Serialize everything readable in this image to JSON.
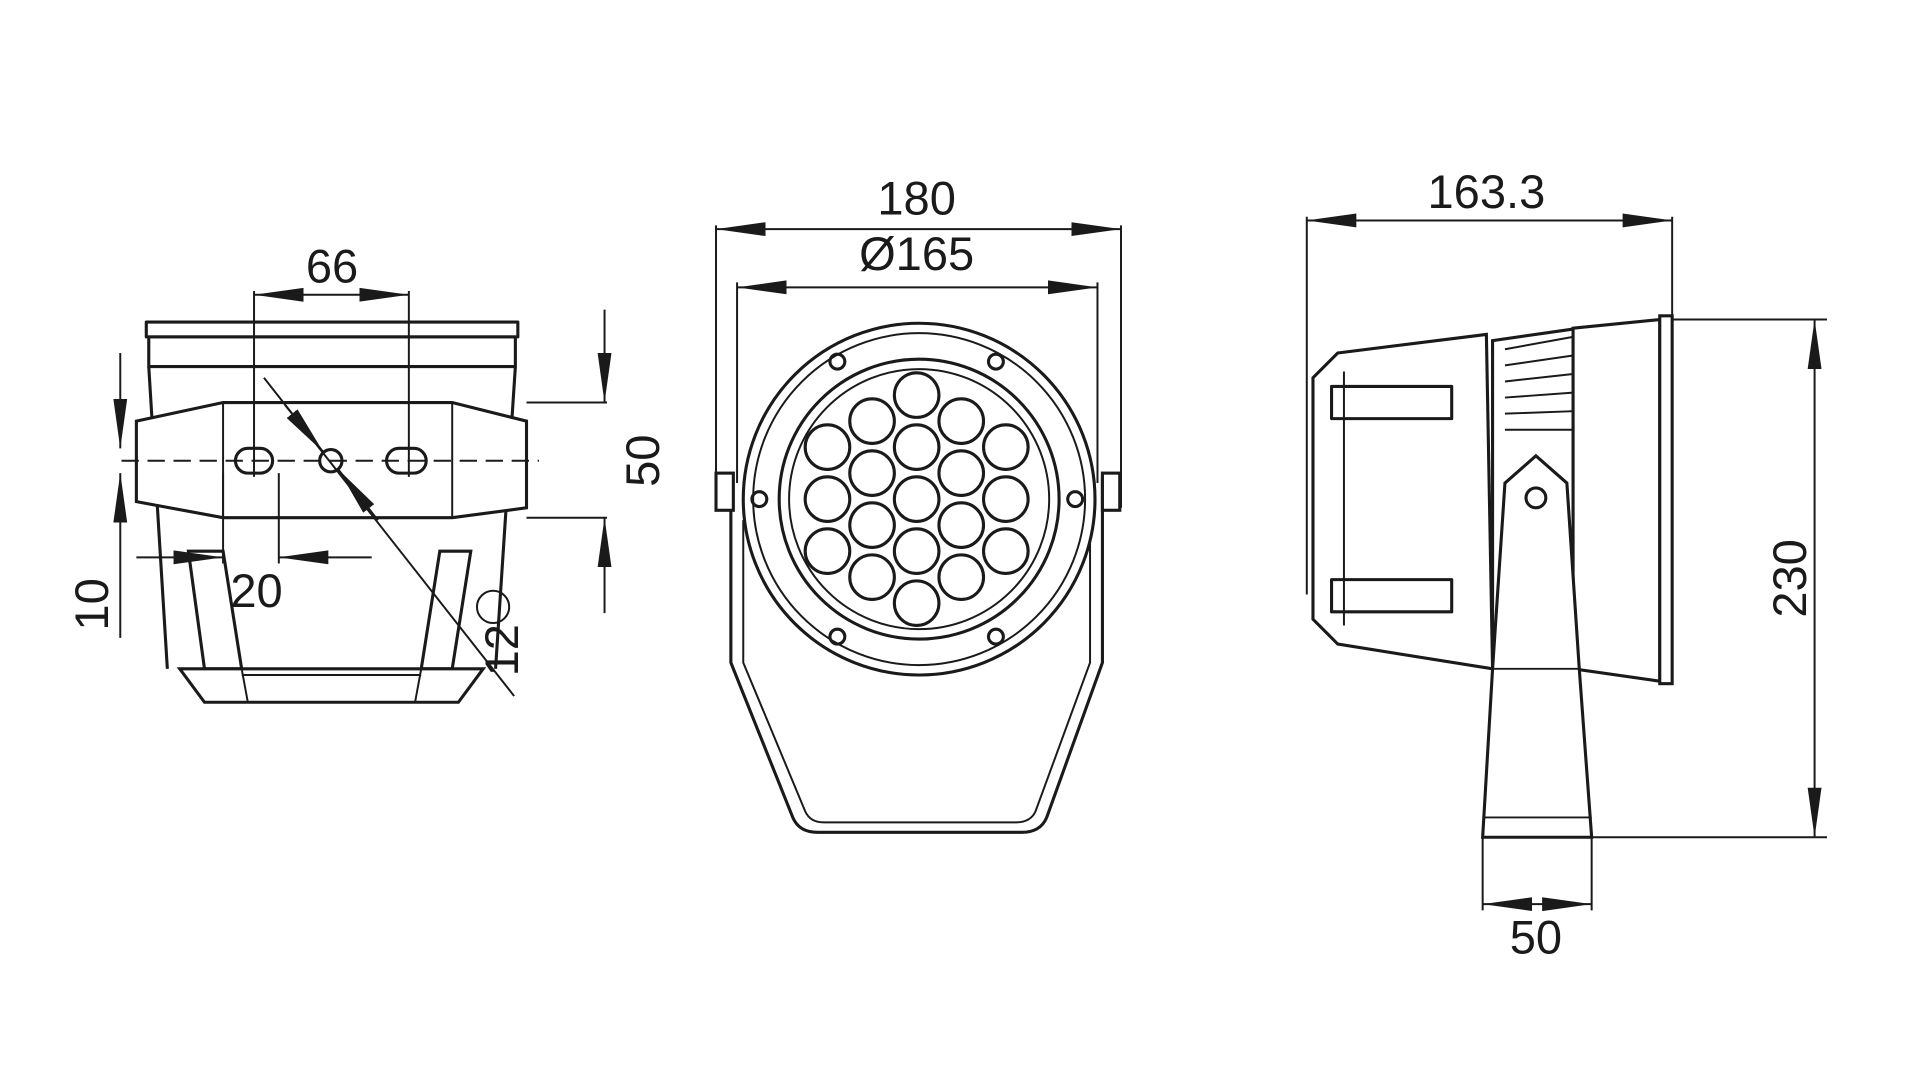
{
  "drawing": {
    "side_view": {
      "dim_bolt_spacing": "66",
      "dim_height": "50",
      "dim_slot": "10",
      "dim_slot_length": "20",
      "dim_hole_prefix": "Ø",
      "dim_hole": "12"
    },
    "front_view": {
      "dim_width": "180",
      "dim_diameter": "Ø165",
      "led_count": 19
    },
    "profile_view": {
      "dim_depth": "163.3",
      "dim_total_height": "230",
      "dim_base": "50"
    }
  }
}
